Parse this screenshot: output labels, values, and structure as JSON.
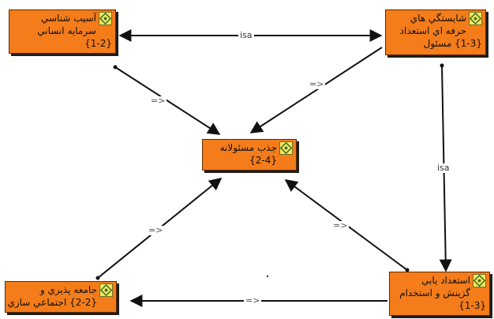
{
  "colors": {
    "node_fill": "#f47c1a",
    "node_border": "#5a2d00",
    "edge": "#111111",
    "icon_fill": "#f2e85a",
    "icon_stroke": "#3a6b2a"
  },
  "nodes": {
    "n1": {
      "line1": "آسيب شناسي",
      "line2": "سرمايه انساني",
      "line3": "{1-2}",
      "icon": "concept-icon"
    },
    "n2": {
      "line1": "شايستگي هاي",
      "line2": "حرفه اي استعداد",
      "line3": "{1-3} مسئول",
      "icon": "concept-icon"
    },
    "n3": {
      "line1": "جذب مسئولانه",
      "line2": "{2-4}",
      "icon": "concept-icon"
    },
    "n4": {
      "line1": "جامعه پذيري و",
      "line2": "{2-2} اجتماعي سازي",
      "icon": "concept-icon"
    },
    "n5": {
      "line1": "استعداد يابي",
      "line2": "گزينش و استخدام",
      "line3": "{1-3}",
      "icon": "concept-icon"
    }
  },
  "edges": {
    "e_isa_top": "isa",
    "e_isa_right": "isa",
    "e_n1_n3": "=>",
    "e_n2_n3": "=>",
    "e_n4_n3": "=>",
    "e_n5_n3": "=>",
    "e_n5_n4": "=>"
  }
}
